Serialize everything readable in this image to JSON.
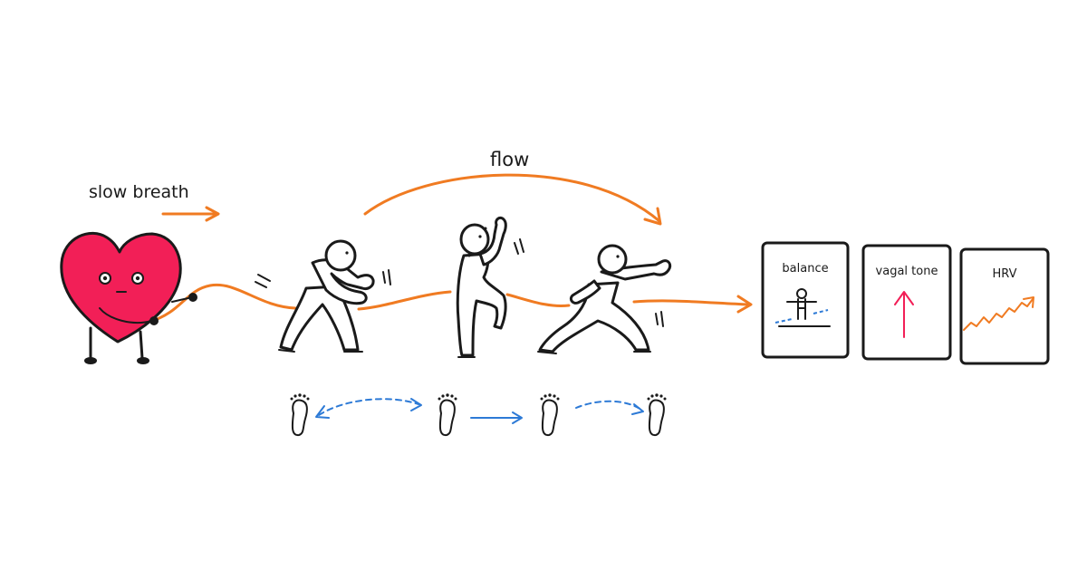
{
  "labels": {
    "slow_breath": "slow breath",
    "flow": "flow"
  },
  "cards": {
    "balance": {
      "label": "balance"
    },
    "vagal_tone": {
      "label": "vagal tone"
    },
    "hrv": {
      "label": "HRV"
    }
  },
  "colors": {
    "orange": "#f07b22",
    "blue": "#2d7ad6",
    "heart": "#f21f57",
    "ink": "#1a1a1a"
  },
  "icons": {
    "heart": "heart-character-icon",
    "pose_1": "tai-chi-figure-icon",
    "pose_2": "tai-chi-figure-icon",
    "pose_3": "tai-chi-figure-icon",
    "footprint": "footprint-icon",
    "balance": "balancing-figure-icon",
    "vagal_tone": "up-arrow-icon",
    "hrv": "rising-line-icon"
  }
}
